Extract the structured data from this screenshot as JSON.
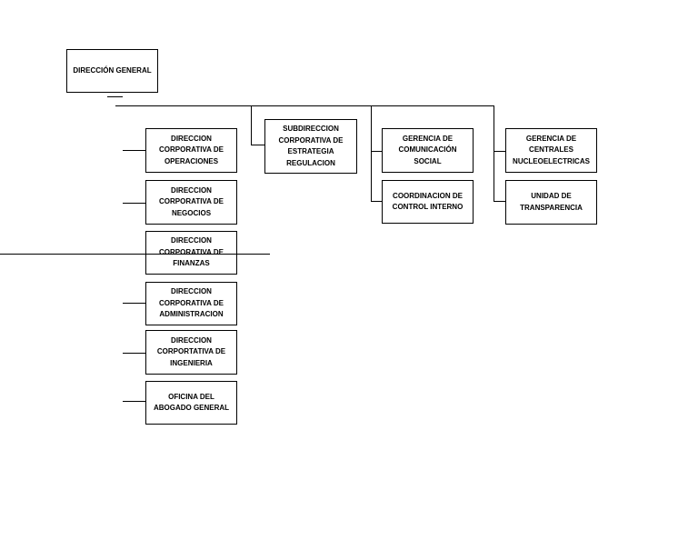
{
  "org_chart": {
    "root": {
      "label": "DIRECCIÓN GENERAL"
    },
    "left_units": [
      {
        "label": "DIRECCION\nCORPORATIVA DE\nOPERACIONES"
      },
      {
        "label": "DIRECCION\nCORPORATIVA DE\nNEGOCIOS"
      },
      {
        "label": "DIRECCION\nCORPORATIVA DE\nFINANZAS"
      },
      {
        "label": "DIRECCION\nCORPORATIVA DE\nADMINISTRACION"
      },
      {
        "label": "DIRECCION\nCORPORTATIVA DE\nINGENIERIA"
      },
      {
        "label": "OFICINA DEL\nABOGADO GENERAL"
      }
    ],
    "subdireccion": {
      "label": "SUBDIRECCION\nCORPORATIVA DE\nESTRATEGIA\nREGULACION"
    },
    "column_three": [
      {
        "label": "GERENCIA DE\nCOMUNICACIÓN\nSOCIAL"
      },
      {
        "label": "COORDINACION DE\nCONTROL INTERNO"
      }
    ],
    "column_four": [
      {
        "label": "GERENCIA DE\nCENTRALES\nNUCLEOELECTRICAS"
      },
      {
        "label": "UNIDAD DE\nTRANSPARENCIA"
      }
    ]
  }
}
